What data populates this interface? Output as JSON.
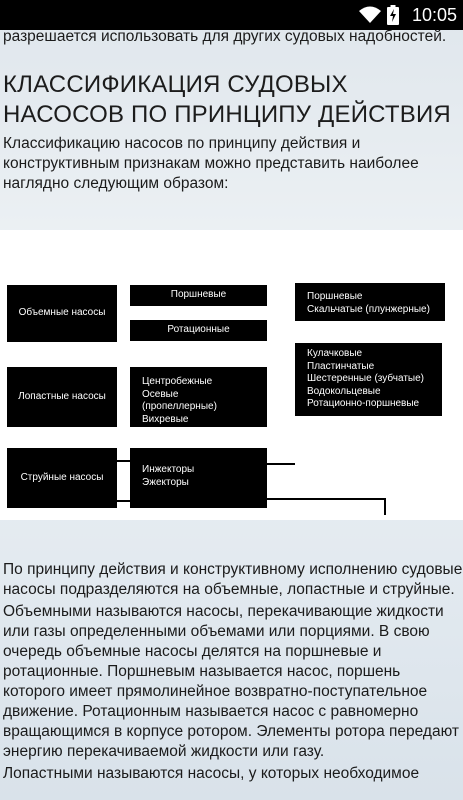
{
  "status_bar": {
    "time": "10:05",
    "icons": [
      "wifi-icon",
      "battery-charging-icon"
    ]
  },
  "top_fragment": "разрешается использовать для других судовых надобностей.",
  "heading": "КЛАССИФИКАЦИЯ СУДОВЫХ НАСОСОВ ПО ПРИНЦИПУ ДЕЙСТВИЯ",
  "intro": "Классификацию насосов по принципу действия и конструктивным признакам можно представить наиболее наглядно следующим образом:",
  "diagram": {
    "volumetric": "Объемные насосы",
    "piston": "Поршневые",
    "rotary": "Ротационные",
    "piston_types": [
      "Поршневые",
      "Скальчатые (плунжерные)"
    ],
    "rotary_types": [
      "Кулачковые",
      "Пластинчатые",
      "Шестеренные (зубчатые)",
      "Водокольцевые",
      "Ротационно-поршневые"
    ],
    "vane": "Лопастные насосы",
    "vane_types": [
      "Центробежные",
      "Осевые (пропеллерные)",
      "Вихревые"
    ],
    "jet": "Струйные насосы",
    "jet_types": [
      "Инжекторы",
      "Эжекторы"
    ]
  },
  "paragraphs": [
    "По принципу действия и конструктивному исполнению судовые насосы подразделяются на объемные, лопастные и струйные.",
    "Объемными называются насосы, перекачивающие жидкости или газы определенными объемами или порциями. В свою очередь объемные насосы делятся на поршневые и ротационные. Поршневым называется насос, поршень которого имеет прямолинейное возвратно-поступательное движение. Ротационным называется насос с равномерно вращающимся в корпусе ротором. Элементы ротора передают энергию перекачиваемой жидкости или газу.",
    "Лопастными называются насосы, у которых необходимое"
  ]
}
